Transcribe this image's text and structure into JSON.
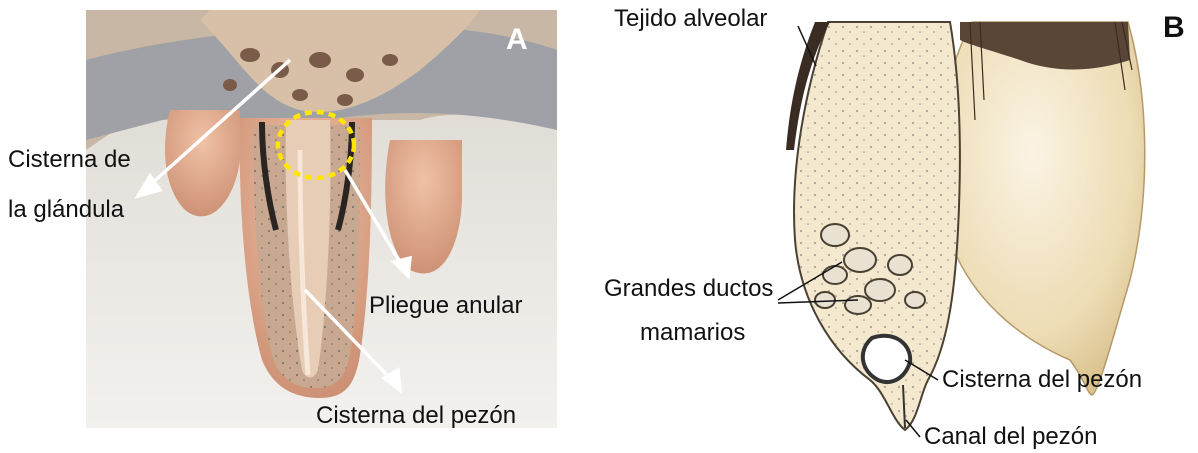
{
  "panel_a": {
    "letter": "A",
    "labels": {
      "gland_cistern_line1": "Cisterna de",
      "gland_cistern_line2": "la glándula",
      "annular_fold": "Pliegue anular",
      "teat_cistern": "Cisterna del pezón"
    }
  },
  "panel_b": {
    "letter": "B",
    "labels": {
      "alveolar_tissue": "Tejido alveolar",
      "large_ducts_line1": "Grandes ductos",
      "large_ducts_line2": "mamarios",
      "teat_cistern": "Cisterna del pezón",
      "teat_canal": "Canal del pezón"
    }
  },
  "colors": {
    "arrow": "#ffffff",
    "highlight_ring": "#ffe600",
    "leader": "#111111"
  }
}
